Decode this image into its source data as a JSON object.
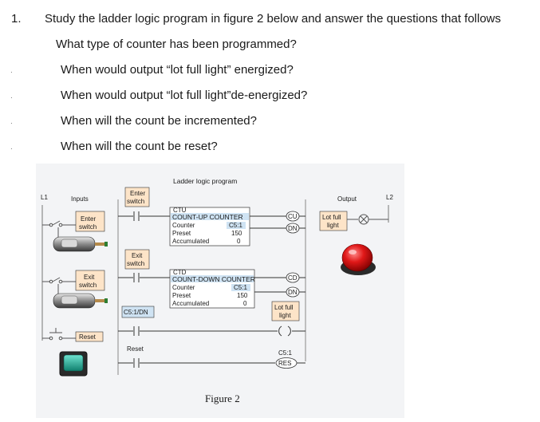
{
  "question": {
    "number": "1.",
    "intro": "Study the ladder logic program in figure 2 below and answer the questions that follows",
    "items": [
      "What type of counter has been programmed?",
      "When would output “lot full light” energized?",
      "When would output “lot full light”de-energized?",
      "When will the count be incremented?",
      "When will the count be reset?"
    ]
  },
  "figure": {
    "heading": "Ladder logic program",
    "caption": "Figure 2",
    "rail_left": "L1",
    "rail_right": "L2",
    "inputs_heading": "Inputs",
    "output_heading": "Output",
    "inputs": [
      {
        "line1": "Enter",
        "line2": "switch"
      },
      {
        "line1": "Exit",
        "line2": "switch"
      },
      {
        "line1": "Reset",
        "line2": ""
      }
    ],
    "contacts": [
      {
        "line1": "Enter",
        "line2": "switch"
      },
      {
        "line1": "Exit",
        "line2": "switch"
      },
      {
        "line1": "C5:1/DN",
        "line2": ""
      },
      {
        "line1": "Reset",
        "line2": ""
      }
    ],
    "ctu": {
      "tag": "CTU",
      "title": "COUNT-UP COUNTER",
      "counter_label": "Counter",
      "counter_value": "C5:1",
      "preset_label": "Preset",
      "preset_value": "150",
      "accum_label": "Accumulated",
      "accum_value": "0",
      "out1": "CU",
      "out2": "DN"
    },
    "ctd": {
      "tag": "CTD",
      "title": "COUNT-DOWN COUNTER",
      "counter_label": "Counter",
      "counter_value": "C5:1",
      "preset_label": "Preset",
      "preset_value": "150",
      "accum_label": "Accumulated",
      "accum_value": "0",
      "out1": "CD",
      "out2": "DN"
    },
    "lot_full_coil": {
      "line1": "Lot full",
      "line2": "light"
    },
    "reset_coil": {
      "tag": "C5:1",
      "symbol": "RES"
    },
    "output_device": {
      "line1": "Lot full",
      "line2": "light"
    }
  }
}
